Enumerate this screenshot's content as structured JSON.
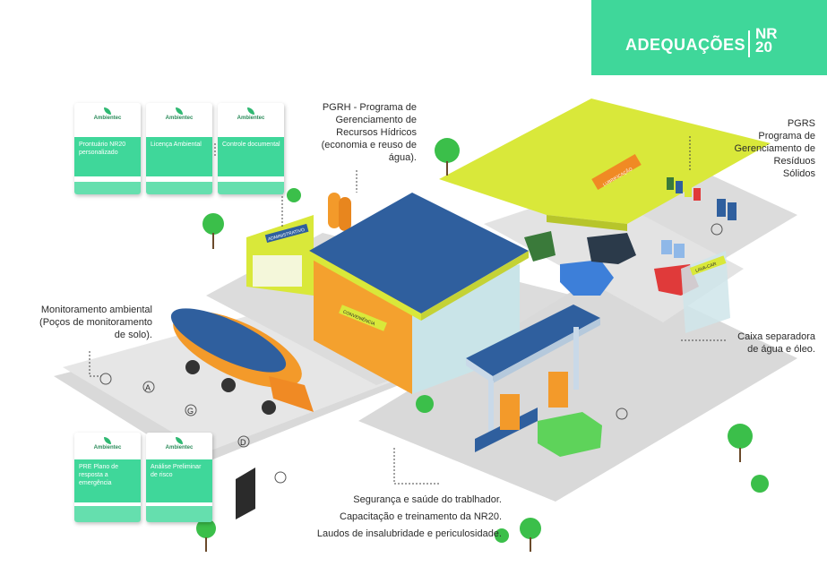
{
  "badge": {
    "title": "ADEQUAÇÕES",
    "nr_top": "NR",
    "nr_bottom": "20"
  },
  "brand": "Ambientec",
  "documents_top": [
    {
      "text": "Prontuário NR20 personalizado"
    },
    {
      "text": "Licença Ambiental"
    },
    {
      "text": "Controle documental"
    }
  ],
  "documents_bottom": [
    {
      "text": "PRE Plano de resposta a emergência"
    },
    {
      "text": "Análise Preliminar de risco"
    }
  ],
  "labels": {
    "pgrh": [
      "PGRH - Programa de",
      "Gerenciamento de",
      "Recursos Hídricos",
      "(economia e reuso de",
      "água)."
    ],
    "pgrs": [
      "PGRS",
      "Programa de",
      "Gerenciamento de",
      "Resíduos",
      "Sólidos"
    ],
    "monitoramento": [
      "Monitoramento ambiental",
      "(Poços de monitoramento",
      "de solo)."
    ],
    "caixa": [
      "Caixa separadora",
      "de água e óleo."
    ],
    "seguranca": [
      "Segurança e saúde do trablhador.",
      "Capacitação e treinamento da NR20.",
      "Laudos de insalubridade e periculosidade."
    ]
  },
  "signs": {
    "administrativo": "ADMINISTRATIVO",
    "conveniencia": "CONVENIÊNCIA",
    "lubrificacao": "LUBRIFICAÇÃO",
    "lava_car": "LAVA-CAR"
  },
  "wells": [
    "A",
    "G",
    "D"
  ],
  "colors": {
    "accent": "#3fd79a",
    "roof_blue": "#2f5f9e",
    "roof_yellow": "#d9e83a",
    "tank_orange": "#f39a2a",
    "ground": "#d7d7d7"
  }
}
